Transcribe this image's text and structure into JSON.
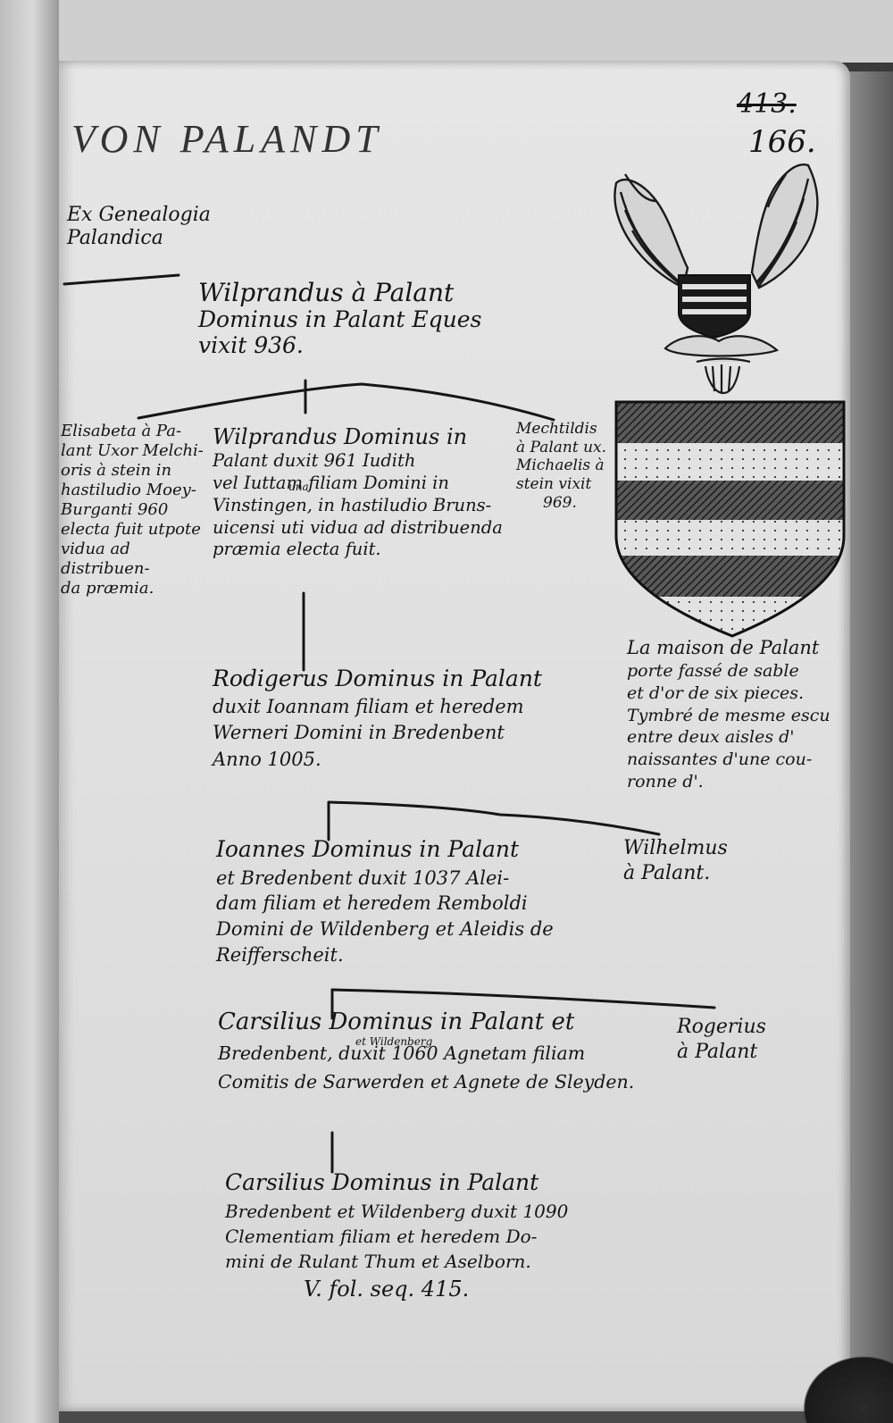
{
  "header": {
    "title": "VON PALANDT",
    "old_page_number": "413.",
    "page_number": "166."
  },
  "source": {
    "line1": "Ex Genealogia",
    "line2": "Palandica"
  },
  "generations": [
    {
      "main": [
        "Wilprandus à Palant",
        "Dominus in Palant Eques",
        "vixit 936."
      ]
    },
    {
      "main": [
        "Wilprandus Dominus in",
        "Palant duxit 961 Iudith",
        "vel Iuttam filiam Domini in",
        "Vinstingen, in hastiludio Bruns-",
        "uicensi uti vidua ad distribuenda",
        "præmia electa fuit."
      ],
      "main_insert": "una",
      "left_sibling": [
        "Elisabeta à Pa-",
        "lant Uxor Melchi-",
        "oris à stein in",
        "hastiludio Moey-",
        "Burganti 960",
        "electa fuit utpote",
        "vidua ad distribuen-",
        "da præmia."
      ],
      "right_sibling": [
        "Mechtildis",
        "à Palant ux.",
        "Michaelis à",
        "stein vixit",
        "969."
      ]
    },
    {
      "main": [
        "Rodigerus Dominus in Palant",
        "duxit Ioannam filiam et heredem",
        "Werneri Domini in Bredenbent",
        "Anno 1005."
      ]
    },
    {
      "main": [
        "Ioannes Dominus in Palant",
        "et Bredenbent duxit 1037 Alei-",
        "dam filiam et heredem Remboldi",
        "Domini de Wildenberg et Aleidis de",
        "Reifferscheit."
      ],
      "right_sibling": [
        "Wilhelmus",
        "à Palant."
      ]
    },
    {
      "main": [
        "Carsilius Dominus in Palant et",
        "Bredenbent, duxit 1060 Agnetam filiam",
        "Comitis de Sarwerden et Agnete de Sleyden."
      ],
      "main_insert": "et Wildenberg",
      "right_sibling": [
        "Rogerius",
        "à Palant"
      ]
    },
    {
      "main": [
        "Carsilius Dominus in Palant",
        "Bredenbent et Wildenberg duxit 1090",
        "Clementiam filiam et heredem Do-",
        "mini de Rulant Thum et Aselborn."
      ],
      "continuation": "V. fol. seq. 415."
    }
  ],
  "arms_caption": [
    "La maison de Palant",
    "porte fassé de sable",
    "et d'or de six pieces.",
    "Tymbré de mesme escu",
    "entre deux aisles d'",
    "naissantes d'une cou-",
    "ronne d'."
  ]
}
